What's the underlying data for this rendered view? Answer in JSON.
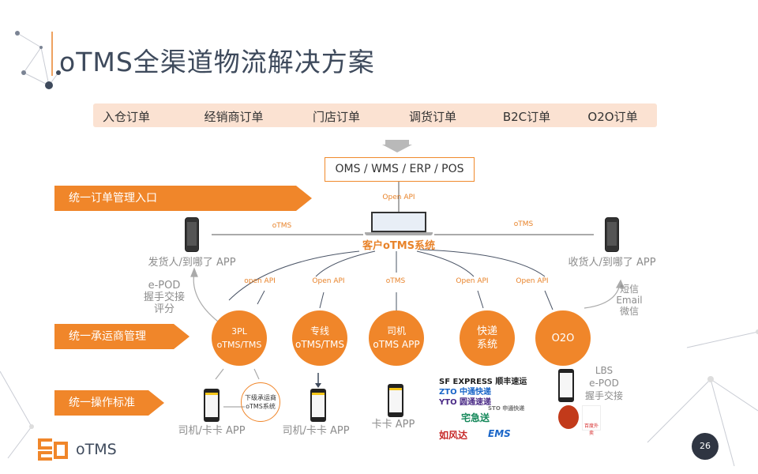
{
  "title": "oTMS全渠道物流解决方案",
  "orders": [
    "入仓订单",
    "经销商订单",
    "门店订单",
    "调货订单",
    "B2C订单",
    "O2O订单"
  ],
  "system_box": "OMS / WMS / ERP / POS",
  "open_api_top": "Open API",
  "banners": [
    "统一订单管理入口",
    "统一承运商管理",
    "统一操作标准"
  ],
  "customer_system": "客户oTMS系统",
  "link_left": "oTMS",
  "link_right": "oTMS",
  "shipper_app": "发货人/到哪了 APP",
  "receiver_app": "收货人/到哪了 APP",
  "left_features": [
    "e-POD",
    "握手交接",
    "评分"
  ],
  "right_features": [
    "短信",
    "Email",
    "微信"
  ],
  "api_labels": [
    "open API",
    "Open API",
    "oTMS",
    "Open API",
    "Open API"
  ],
  "nodes": [
    {
      "l1": "3PL",
      "l2": "oTMS/TMS"
    },
    {
      "l1": "专线",
      "l2": "oTMS/TMS"
    },
    {
      "l1": "司机",
      "l2": "oTMS APP"
    },
    {
      "l1": "快递",
      "l2": "系统"
    },
    {
      "l1": "O2O",
      "l2": ""
    }
  ],
  "sub_carrier": [
    "下级承运商",
    "oTMS系统"
  ],
  "driver_app_1": "司机/卡卡 APP",
  "driver_app_2": "司机/卡卡 APP",
  "kaka_app": "卡卡 APP",
  "o2o_features": [
    "LBS",
    "e-POD",
    "握手交接"
  ],
  "express_logos": [
    "SF EXPRESS 顺丰速运",
    "ZTO 中通快递",
    "YTO 圆通速递",
    "STO 申通快递",
    "宅急送",
    "如风达",
    "EMS"
  ],
  "o2o_logos": [
    "百度外卖"
  ],
  "brand": "oTMS",
  "page_number": "26",
  "colors": {
    "accent": "#f0862a",
    "title": "#3e4a5c",
    "bar": "#fbe2d2"
  }
}
